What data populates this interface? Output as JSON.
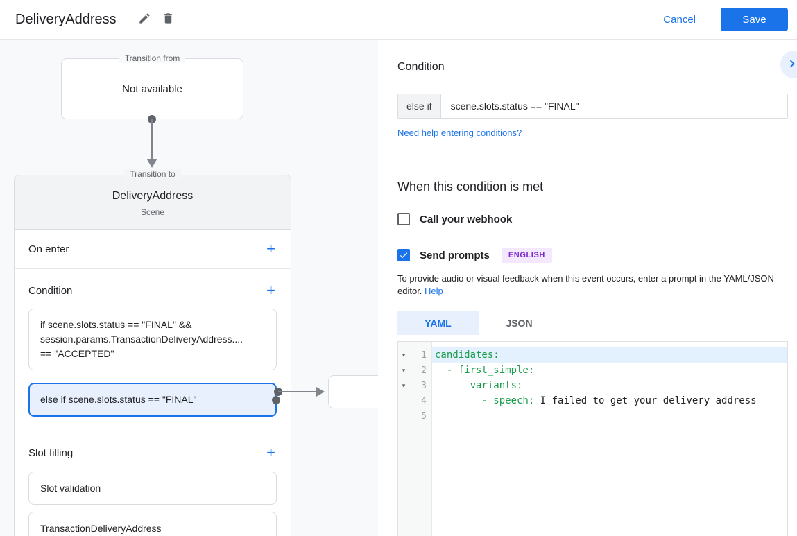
{
  "colors": {
    "accent_blue": "#1a73e8",
    "selected_condition_bg": "#e8f0fe",
    "selected_condition_border": "#1a73e8",
    "code_key_green": "#1a9c4b",
    "code_line_highlight": "#e3f0fd",
    "badge_bg": "#f3e8fd",
    "badge_text": "#7b27c9",
    "panel_bg": "#f8f9fa"
  },
  "header": {
    "title": "DeliveryAddress",
    "cancel_label": "Cancel",
    "save_label": "Save"
  },
  "diagram": {
    "transition_from": {
      "label": "Transition from",
      "content": "Not available"
    },
    "transition_to": {
      "label": "Transition to",
      "scene_name": "DeliveryAddress",
      "scene_type": "Scene"
    },
    "on_enter": {
      "title": "On enter",
      "add_label": "+"
    },
    "condition": {
      "title": "Condition",
      "add_label": "+",
      "items": [
        {
          "selected": false,
          "lines": [
            "if scene.slots.status == \"FINAL\" &&",
            "session.params.TransactionDeliveryAddress....",
            "== \"ACCEPTED\""
          ]
        },
        {
          "selected": true,
          "lines": [
            "else if scene.slots.status == \"FINAL\""
          ]
        }
      ]
    },
    "slot_filling": {
      "title": "Slot filling",
      "add_label": "+",
      "items": [
        "Slot validation",
        "TransactionDeliveryAddress"
      ]
    }
  },
  "panel": {
    "condition_heading": "Condition",
    "condition_prefix": "else if",
    "condition_expression": "scene.slots.status == \"FINAL\"",
    "help_link": "Need help entering conditions?",
    "when_met_heading": "When this condition is met",
    "webhook": {
      "label": "Call your webhook",
      "checked": false
    },
    "send_prompts": {
      "label": "Send prompts",
      "checked": true,
      "badge": "ENGLISH"
    },
    "description_line1": "To provide audio or visual feedback when this event occurs, enter a prompt in the YAML/JSON",
    "description_line2": "editor.",
    "description_help": "Help",
    "tabs": [
      {
        "label": "YAML",
        "selected": true
      },
      {
        "label": "JSON",
        "selected": false
      }
    ],
    "editor": {
      "lines": [
        {
          "num": 1,
          "fold": true,
          "highlight": true,
          "segments": [
            {
              "text": "candidates:",
              "type": "key"
            }
          ]
        },
        {
          "num": 2,
          "fold": true,
          "highlight": false,
          "segments": [
            {
              "text": "  - first_simple:",
              "type": "key"
            }
          ]
        },
        {
          "num": 3,
          "fold": true,
          "highlight": false,
          "segments": [
            {
              "text": "      variants:",
              "type": "key"
            }
          ]
        },
        {
          "num": 4,
          "fold": false,
          "highlight": false,
          "segments": [
            {
              "text": "        - speech:",
              "type": "key"
            },
            {
              "text": " I failed to get your delivery address",
              "type": "plain"
            }
          ]
        },
        {
          "num": 5,
          "fold": false,
          "highlight": false,
          "segments": []
        }
      ]
    }
  }
}
